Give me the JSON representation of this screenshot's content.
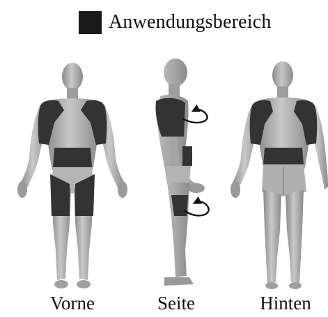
{
  "legend": {
    "label": "Anwendungsbereich",
    "swatch_color": "#1a1a1a"
  },
  "views": {
    "front": "Vorne",
    "side": "Seite",
    "back": "Hinten"
  },
  "colors": {
    "skin": "#a9a9a9",
    "skin_light": "#c4c4c4",
    "skin_dark": "#7e7e7e",
    "application_zone": "#333333",
    "arrow": "#111111"
  }
}
